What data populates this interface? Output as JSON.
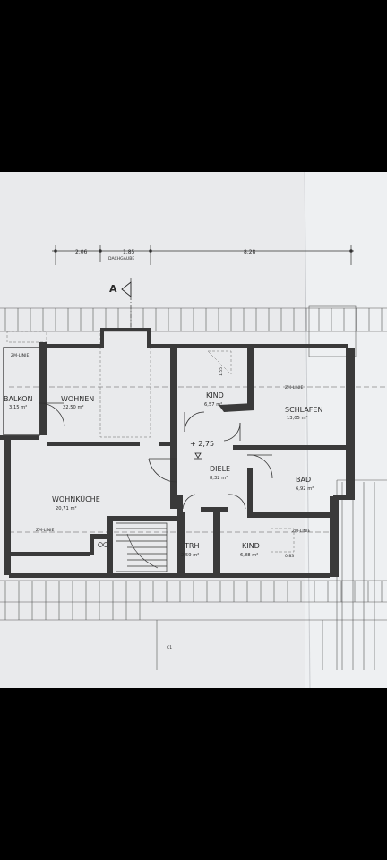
{
  "dimensions": {
    "d1": "2.06",
    "d2": "1.85",
    "d2_note": "DACHGAUBE",
    "d3": "8.28"
  },
  "section_marker": "A",
  "zm_line": "ZM-LINIE",
  "level": "+ 2,75",
  "small_note_1": "1.55",
  "small_note_2": "0.83",
  "rooms": [
    {
      "name": "BALKON",
      "area": "3,15 m²"
    },
    {
      "name": "WOHNEN",
      "area": "22,50 m²"
    },
    {
      "name": "KIND",
      "area": "6,57 m²"
    },
    {
      "name": "SCHLAFEN",
      "area": "13,05 m²"
    },
    {
      "name": "DIELE",
      "area": "8,32 m²"
    },
    {
      "name": "BAD",
      "area": "6,92 m²"
    },
    {
      "name": "WOHNKÜCHE",
      "area": "20,71 m²"
    },
    {
      "name": "TRH",
      "area": "2,59 m²"
    },
    {
      "name": "KIND",
      "area": "6,88 m²"
    }
  ]
}
